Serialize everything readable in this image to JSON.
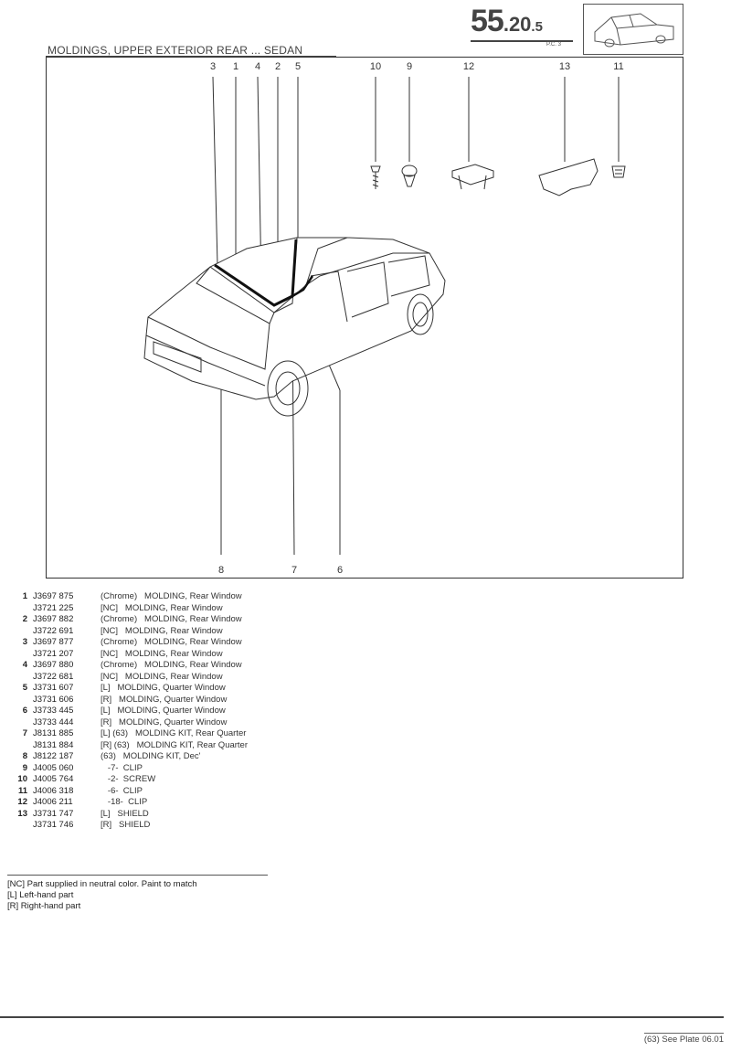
{
  "header": {
    "plate_main": "55",
    "plate_sub": ".20",
    "plate_suffix": ".5",
    "pc": "P.C. 3",
    "title": "MOLDINGS, UPPER EXTERIOR REAR ... SEDAN"
  },
  "callouts_top": [
    "3",
    "1",
    "4",
    "2",
    "5",
    "10",
    "9",
    "12",
    "13",
    "11"
  ],
  "callouts_bottom": [
    "8",
    "7",
    "6"
  ],
  "parts": [
    {
      "num": "1",
      "part": "J3697 875",
      "desc": "(Chrome)   MOLDING, Rear Window"
    },
    {
      "num": "",
      "part": "J3721 225",
      "desc": "[NC]   MOLDING, Rear Window"
    },
    {
      "num": "2",
      "part": "J3697 882",
      "desc": "(Chrome)   MOLDING, Rear Window"
    },
    {
      "num": "",
      "part": "J3722 691",
      "desc": "[NC]   MOLDING, Rear Window"
    },
    {
      "num": "3",
      "part": "J3697 877",
      "desc": "(Chrome)   MOLDING, Rear Window"
    },
    {
      "num": "",
      "part": "J3721 207",
      "desc": "[NC]   MOLDING, Rear Window"
    },
    {
      "num": "4",
      "part": "J3697 880",
      "desc": "(Chrome)   MOLDING, Rear Window"
    },
    {
      "num": "",
      "part": "J3722 681",
      "desc": "[NC]   MOLDING, Rear Window"
    },
    {
      "num": "5",
      "part": "J3731 607",
      "desc": "[L]   MOLDING, Quarter Window"
    },
    {
      "num": "",
      "part": "J3731 606",
      "desc": "[R]   MOLDING, Quarter Window"
    },
    {
      "num": "6",
      "part": "J3733 445",
      "desc": "[L]   MOLDING, Quarter Window"
    },
    {
      "num": "",
      "part": "J3733 444",
      "desc": "[R]   MOLDING, Quarter Window"
    },
    {
      "num": "7",
      "part": "J8131 885",
      "desc": "[L] (63)   MOLDING KIT, Rear Quarter"
    },
    {
      "num": "",
      "part": "J8131 884",
      "desc": "[R] (63)   MOLDING KIT, Rear Quarter"
    },
    {
      "num": "8",
      "part": "J8122 187",
      "desc": "(63)   MOLDING KIT, Dec'"
    },
    {
      "num": "9",
      "part": "J4005 060",
      "desc": "   -7-  CLIP"
    },
    {
      "num": "10",
      "part": "J4005 764",
      "desc": "   -2-  SCREW"
    },
    {
      "num": "11",
      "part": "J4006 318",
      "desc": "   -6-  CLIP"
    },
    {
      "num": "12",
      "part": "J4006 211",
      "desc": "   -18-  CLIP"
    },
    {
      "num": "13",
      "part": "J3731 747",
      "desc": "[L]   SHIELD"
    },
    {
      "num": "",
      "part": "J3731 746",
      "desc": "[R]   SHIELD"
    }
  ],
  "notes": [
    "[NC] Part supplied in neutral color. Paint to match",
    "[L] Left-hand part",
    "[R] Right-hand part"
  ],
  "footer": "(63) See Plate 06.01"
}
